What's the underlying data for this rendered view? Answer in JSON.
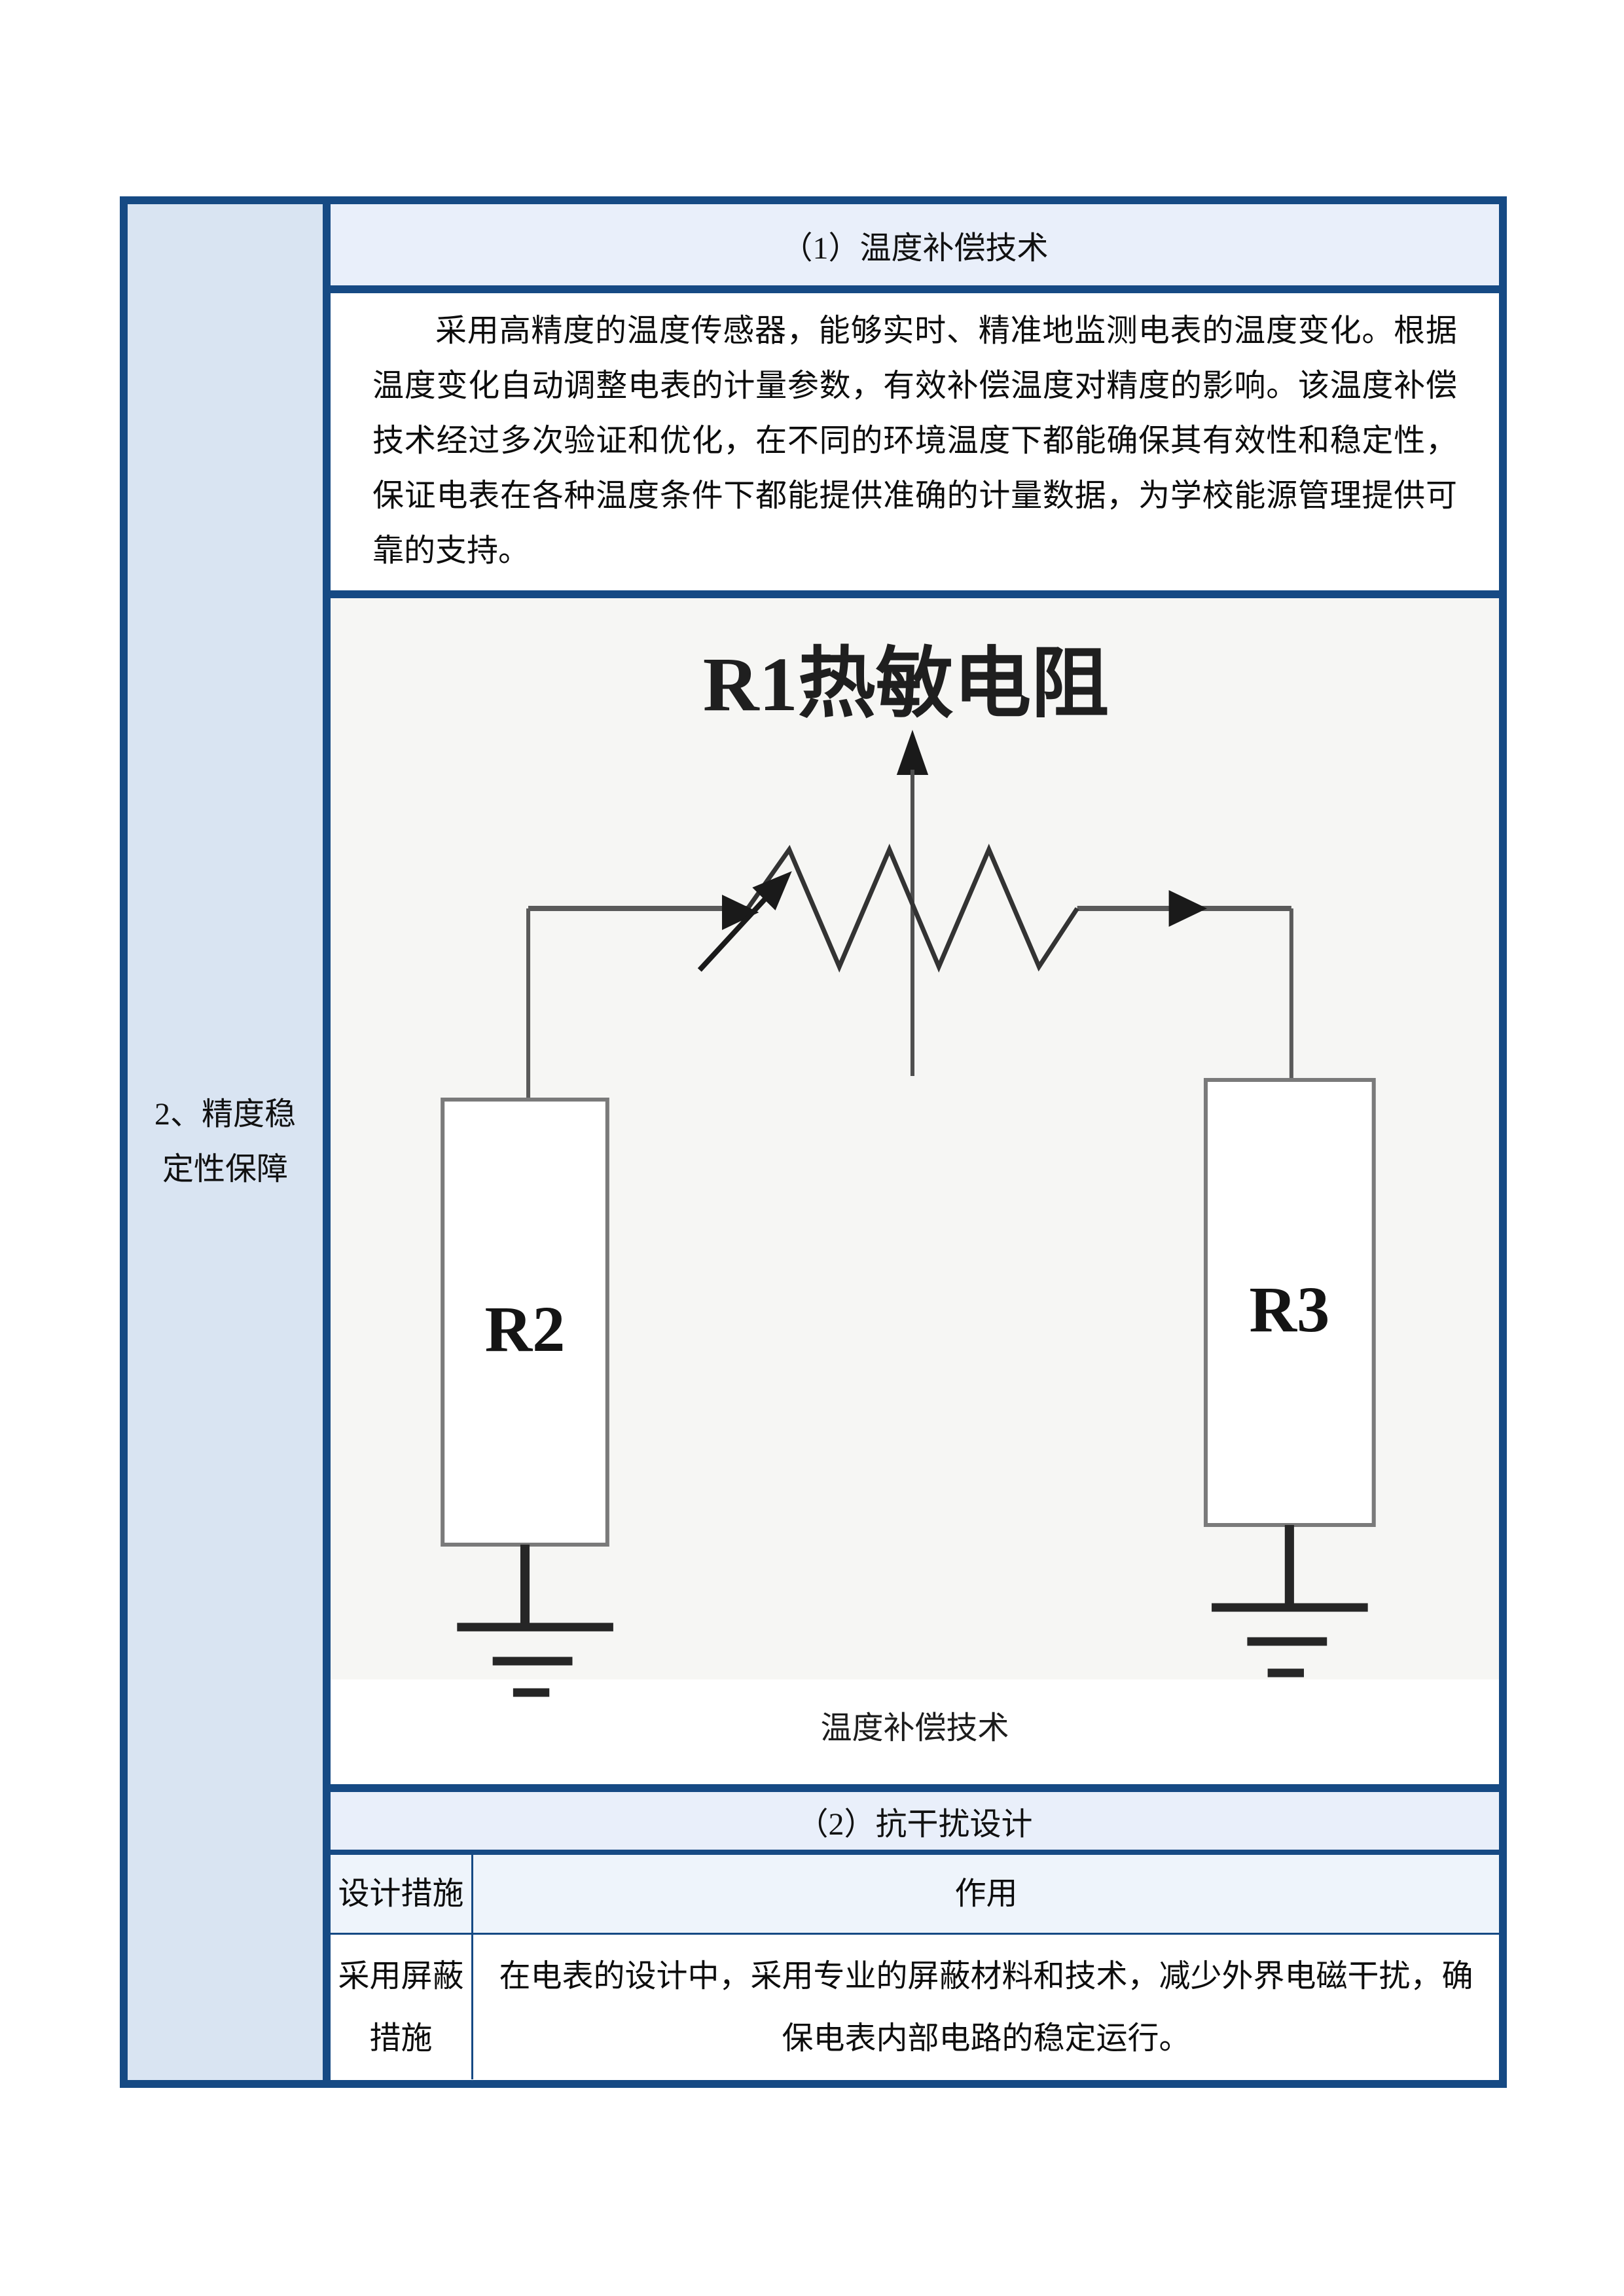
{
  "colors": {
    "table_border": "#164a84",
    "left_column_bg": "#d9e4f2",
    "section_header_bg": "#e9effa",
    "subtable_header_bg": "#eef4fb",
    "scan_bg": "#f6f6f4"
  },
  "table": {
    "left_column": {
      "label": "2、精度稳定性保障"
    },
    "section1": {
      "header": "（1）温度补偿技术",
      "paragraph": "采用高精度的温度传感器，能够实时、精准地监测电表的温度变化。根据温度变化自动调整电表的计量参数，有效补偿温度对精度的影响。该温度补偿技术经过多次验证和优化，在不同的环境温度下都能确保其有效性和稳定性，保证电表在各种温度条件下都能提供准确的计量数据，为学校能源管理提供可靠的支持。",
      "diagram": {
        "title": "R1热敏电阻",
        "r2_label": "R2",
        "r3_label": "R3",
        "caption": "温度补偿技术"
      }
    },
    "section2": {
      "header": "（2）抗干扰设计",
      "col_measure": "设计措施",
      "col_effect": "作用",
      "row": {
        "measure": "采用屏蔽措施",
        "effect": "在电表的设计中，采用专业的屏蔽材料和技术，减少外界电磁干扰，确保电表内部电路的稳定运行。"
      }
    }
  }
}
